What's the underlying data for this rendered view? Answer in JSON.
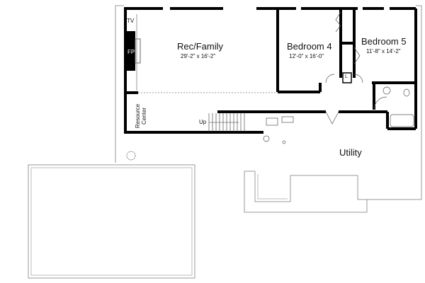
{
  "rooms": {
    "rec": {
      "name": "Rec/Family",
      "dims": "29'-2\" x 16'-2\""
    },
    "bed4": {
      "name": "Bedroom 4",
      "dims": "12'-0\" x 16'-0\""
    },
    "bed5": {
      "name": "Bedroom 5",
      "dims": "11'-8\" x 14'-2\""
    },
    "utility": {
      "name": "Utility"
    },
    "resource": {
      "name": "Resource Center"
    }
  },
  "fixtures": {
    "tv": "TV",
    "fp": "FP",
    "up": "Up",
    "linen": "L"
  },
  "colors": {
    "wall": "#000000",
    "outline": "#999999",
    "background": "#ffffff"
  }
}
